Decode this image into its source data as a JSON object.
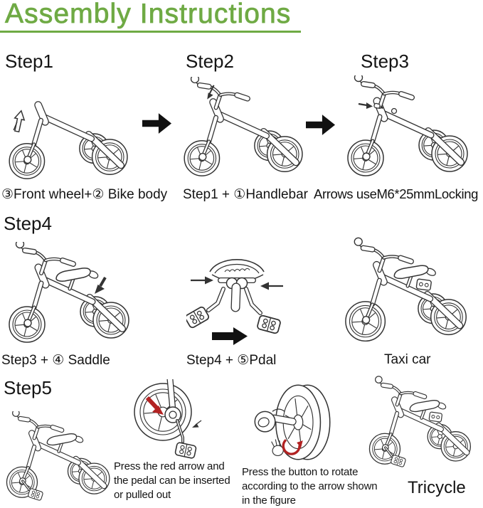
{
  "title": "Assembly Instructions",
  "theme": {
    "title_color": "#6faa44",
    "text_color": "#141414",
    "line_color": "#333333",
    "red_arrow_color": "#b22222"
  },
  "step1": {
    "heading": "Step1",
    "caption": "③Front wheel+② Bike body",
    "figure_name": "front-wheel-plus-bike-body"
  },
  "step2": {
    "heading": "Step2",
    "caption": "Step1 + ①Handlebar",
    "figure_name": "bike-with-handlebar"
  },
  "step3": {
    "heading": "Step3",
    "caption": "Arrows useM6*25mmLocking",
    "figure_name": "bike-with-locking-screw"
  },
  "step4": {
    "heading": "Step4",
    "left_caption": "Step3 + ④ Saddle",
    "left_figure": "bike-with-saddle",
    "mid_caption": "Step4 + ⑤Pdal",
    "mid_figure": "pedal-assembly",
    "right_caption": "Taxi car",
    "right_figure": "taxi-car-mode"
  },
  "step5": {
    "heading": "Step5",
    "left_figure": "assembled-bike",
    "note1": "Press the red arrow and\nthe pedal can be inserted\nor pulled out",
    "note2": "Press the button to rotate\naccording to the arrow shown\nin the figure",
    "right_label": "Tricycle",
    "detail1_figure": "pedal-insert-detail",
    "detail2_figure": "wheel-rotate-button-detail",
    "right_figure": "tricycle-mode"
  }
}
